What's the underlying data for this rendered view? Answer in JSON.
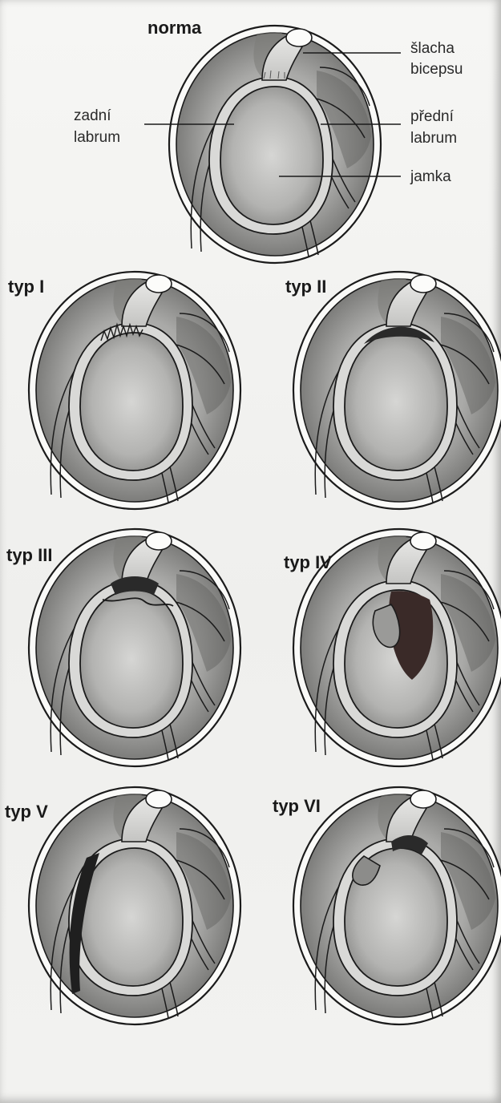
{
  "figure": {
    "labels": {
      "norma": "norma",
      "typ_1": "typ I",
      "typ_2": "typ II",
      "typ_3": "typ III",
      "typ_4": "typ IV",
      "typ_5": "typ V",
      "typ_6": "typ VI"
    },
    "annotations": {
      "slacha_line1": "šlacha",
      "slacha_line2": "bicepsu",
      "zadni_line1": "zadní",
      "zadni_line2": "labrum",
      "predni_line1": "přední",
      "predni_line2": "labrum",
      "jamka": "jamka"
    }
  }
}
